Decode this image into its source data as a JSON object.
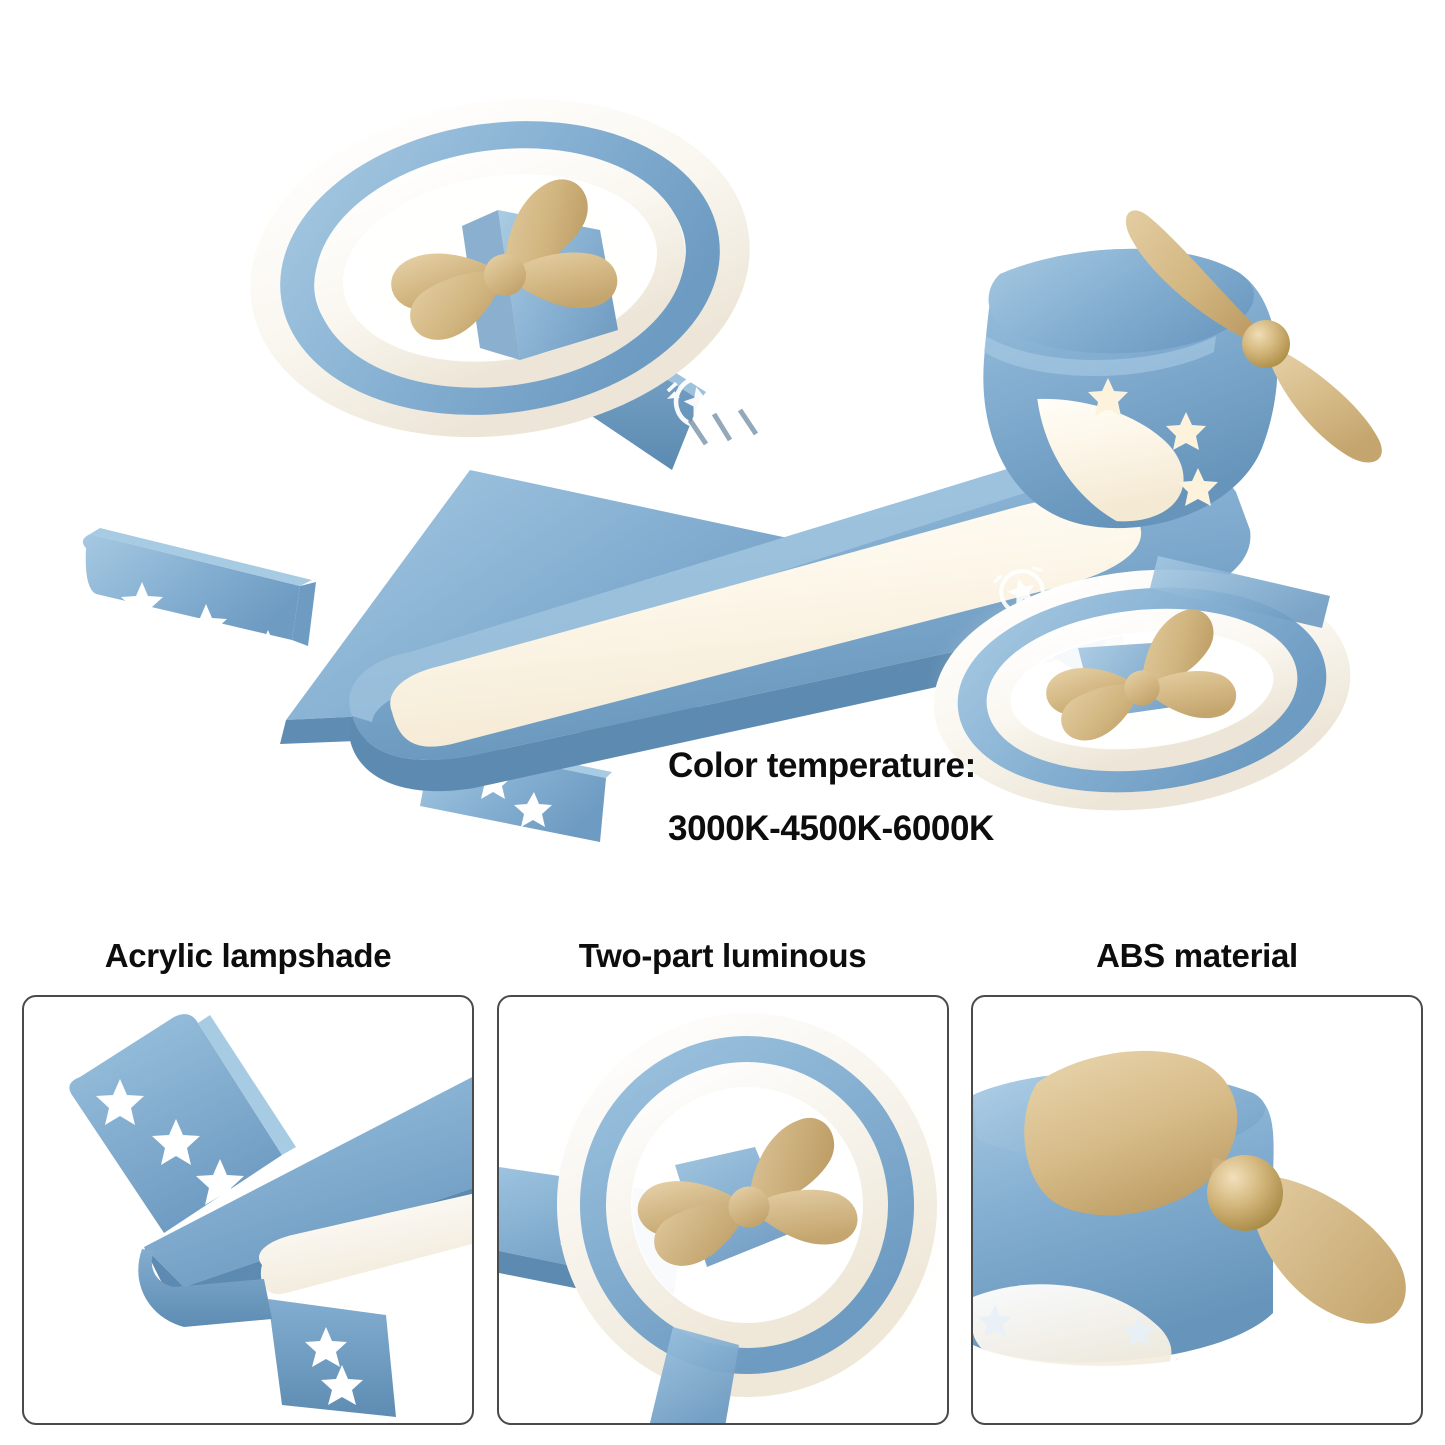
{
  "page": {
    "background": "#ffffff",
    "product": "airplane ceiling light"
  },
  "hero": {
    "name": "airplane-ceiling-light-render",
    "colors": {
      "body_blue": "#7FAACE",
      "body_blue_light": "#9CC2DE",
      "body_blue_dark": "#6898BE",
      "body_blue_shadow": "#5E8CB2",
      "gold": "#D9BE8C",
      "gold_dark": "#C2A36C",
      "gold_light": "#E8D3AA",
      "glow_warm": "#FBF4E6",
      "glow_core": "#FFFDF6",
      "ring_white": "#FAFAF8",
      "star_white": "#FFFFFF",
      "outline": "#4a4a4a"
    },
    "parts": [
      {
        "name": "rear-propeller-ring",
        "label": "Rear wheel ring with gold fan blades"
      },
      {
        "name": "front-propeller",
        "label": "Front gold two-blade propeller with sphere hub"
      },
      {
        "name": "fuselage-lamp-panel",
        "label": "Glowing acrylic fuselage panel"
      },
      {
        "name": "tail-wing",
        "label": "Tail wing with star cutouts"
      },
      {
        "name": "nose-cylinder",
        "label": "ABS nose with crescent and star cutouts"
      },
      {
        "name": "wing-roundel",
        "label": "White star-in-circle emblem"
      }
    ]
  },
  "color_temperature": {
    "label": "Color temperature:",
    "value": "3000K-4500K-6000K"
  },
  "features": [
    {
      "id": "acrylic-lampshade",
      "caption": "Acrylic lampshade",
      "detail": "Tail wings with star cutouts and acrylic lampshade edge"
    },
    {
      "id": "two-part-luminous",
      "caption": "Two-part luminous",
      "detail": "Wheel ring with glowing inner ring and gold fan propeller"
    },
    {
      "id": "abs-material",
      "caption": "ABS material",
      "detail": "Gold propeller with sphere hub on blue ABS nose"
    }
  ]
}
